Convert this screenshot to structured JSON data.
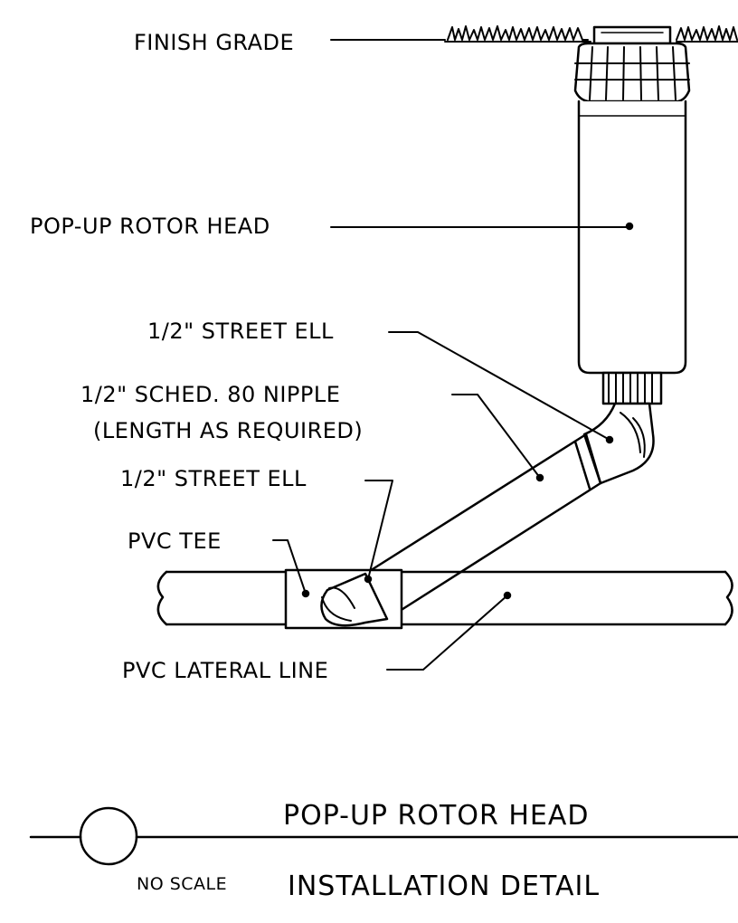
{
  "labels": {
    "finish_grade": "FINISH GRADE",
    "rotor_head": "POP-UP ROTOR HEAD",
    "street_ell_top": "1/2\" STREET ELL",
    "nipple_line1": "1/2\" SCHED. 80 NIPPLE",
    "nipple_line2": "(LENGTH AS REQUIRED)",
    "street_ell_bottom": "1/2\" STREET ELL",
    "pvc_tee": "PVC TEE",
    "lateral_line": "PVC LATERAL LINE"
  },
  "title_block": {
    "title": "POP-UP ROTOR HEAD",
    "subtitle": "INSTALLATION DETAIL",
    "scale_note": "NO SCALE"
  }
}
